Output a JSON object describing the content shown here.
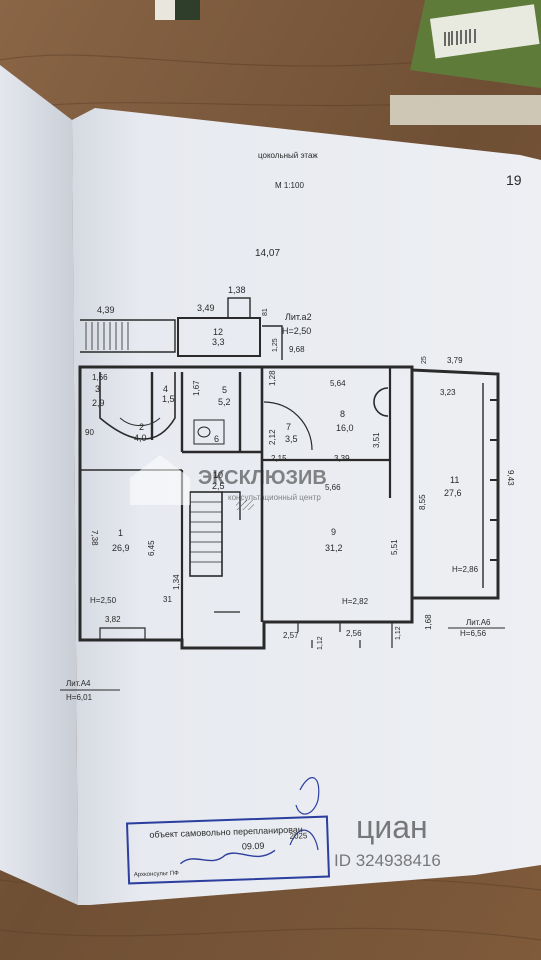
{
  "header": {
    "floor_title": "цокольный этаж",
    "scale": "М 1:100",
    "page_number": "19"
  },
  "dims": {
    "overall_width": "14,07",
    "d_1_38": "1,38",
    "d_4_39": "4,39",
    "d_3_49": "3,49",
    "d_81": "81",
    "d_1_25": "1,25",
    "d_9_68": "9,68",
    "d_25": "25",
    "d_3_79": "3,79",
    "d_1_66": "1,66",
    "d_1_67": "1,67",
    "d_1_28": "1,28",
    "d_5_64": "5,64",
    "d_3_23": "3,23",
    "d_90": "90",
    "d_2_12": "2,12",
    "d_3_51": "3,51",
    "d_2_15": "2,15",
    "d_3_39": "3,39",
    "d_5_66": "5,66",
    "d_7_38": "7,38",
    "d_6_45": "6,45",
    "d_8_55": "8,55",
    "d_9_43": "9,43",
    "d_5_51": "5,51",
    "d_1_34": "1,34",
    "d_31": "31",
    "d_3_82": "3,82",
    "d_2_57": "2,57",
    "d_1_12a": "1,12",
    "d_2_56": "2,56",
    "d_1_12b": "1,12",
    "d_1_68": "1,68"
  },
  "heights": {
    "lit_a2": "Лит.а2",
    "h_2_50_top": "Н=2,50",
    "h_2_50_room1": "Н=2,50",
    "h_2_82": "Н=2,82",
    "h_2_86": "Н=2,86",
    "lit_a6": "Лит.А6",
    "h_6_56": "Н=6,56",
    "lit_a4": "Лит.А4",
    "h_6_01": "Н=6,01"
  },
  "rooms": [
    {
      "num": "1",
      "area": "26,9"
    },
    {
      "num": "2",
      "area": "4,0"
    },
    {
      "num": "3",
      "area": "2,9"
    },
    {
      "num": "4",
      "area": "1,5"
    },
    {
      "num": "5",
      "area": "5,2"
    },
    {
      "num": "6",
      "area": ""
    },
    {
      "num": "7",
      "area": "3,5"
    },
    {
      "num": "8",
      "area": "16,0"
    },
    {
      "num": "9",
      "area": "31,2"
    },
    {
      "num": "10",
      "area": "2,5"
    },
    {
      "num": "11",
      "area": "27,6"
    },
    {
      "num": "12",
      "area": "3,3"
    }
  ],
  "watermark_1": {
    "brand": "ЭКСКЛЮЗИВ",
    "tagline": "консультационный центр"
  },
  "stamp": {
    "title": "объект самовольно перепланирован",
    "date": "09.09",
    "year": "2025",
    "org": "Архконсульт ПФ"
  },
  "watermark_2": {
    "brand": "циан",
    "id": "ID 324938416"
  },
  "colors": {
    "wood": "#7d5a3c",
    "paper": "#e9ecf1",
    "ink": "#2a2a2a",
    "stamp_blue": "#2c3f9e"
  }
}
